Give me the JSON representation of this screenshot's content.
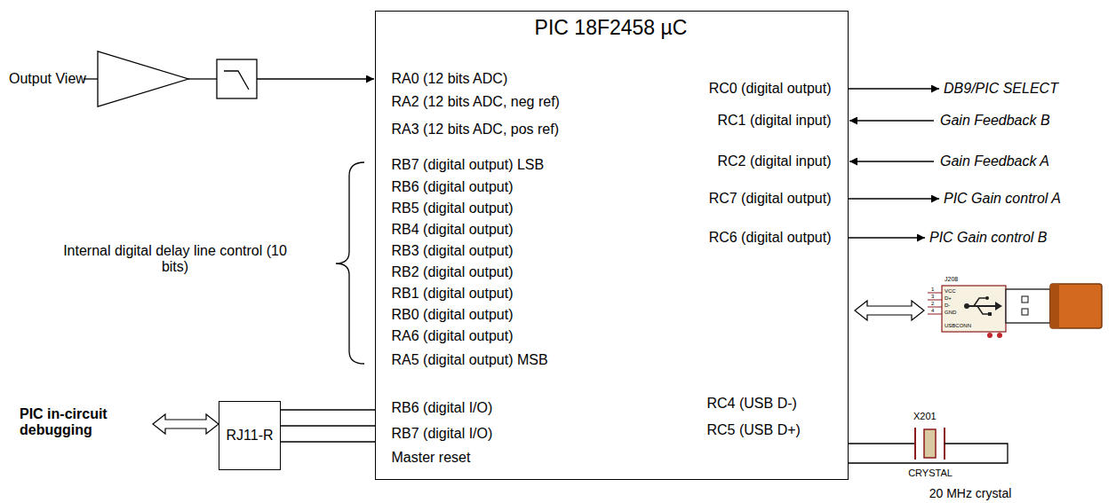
{
  "diagram": {
    "nodes": [
      {
        "text": [
          "PIC 18F2458 µC",
          "RA0 (12 bits ADC)",
          "RA2 (12 bits ADC, neg ref)",
          "RA3 (12 bits ADC, pos ref)",
          "RB7 (digital output) LSB",
          "RB6 (digital output)",
          "RB5 (digital output)",
          "RB4 (digital output)",
          "RB3 (digital output)",
          "RB2 (digital output)",
          "RB1 (digital output)",
          "RB0 (digital output)",
          "RA6 (digital output)",
          "RA5 (digital output) MSB",
          "RB6 (digital I/O)",
          "RB7 (digital I/O)",
          "Master reset",
          "RC0 (digital output)",
          "RC1 (digital input)",
          "RC2 (digital input)",
          "RC7 (digital output)",
          "RC6 (digital output)",
          "RC4 (USB D-)",
          "RC5 (USB D+)"
        ]
      },
      {
        "text": [
          "RJ11-R"
        ]
      }
    ],
    "edges": [
      {
        "from": 1,
        "to": 0,
        "arrow": "none"
      },
      {
        "from": 1,
        "to": 0,
        "arrow": "none"
      },
      {
        "from": 1,
        "to": 0,
        "arrow": "none"
      }
    ],
    "labels": [
      "Output View",
      "Internal digital delay line control (10 bits)",
      "PIC in-circuit debugging",
      "DB9/PIC SELECT",
      "Gain Feedback B",
      "Gain Feedback A",
      "PIC Gain control A",
      "PIC Gain control B",
      "J208",
      "1",
      "3",
      "2",
      "4",
      "VCC",
      "D+",
      "D-",
      "GND",
      "USBCONN",
      "X201",
      "CRYSTAL",
      "20 MHz crystal"
    ]
  }
}
